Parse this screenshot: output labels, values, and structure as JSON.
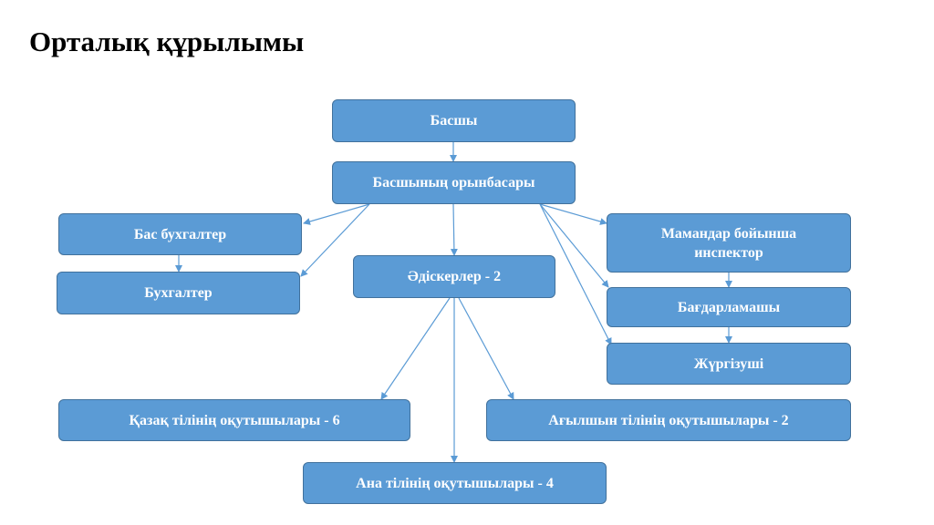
{
  "title": "Орталық құрылымы",
  "colors": {
    "box_fill": "#5b9bd5",
    "box_border": "#41719c",
    "connector": "#5b9bd5",
    "text": "#ffffff"
  },
  "nodes": {
    "head": "Басшы",
    "deputy": "Басшының орынбасары",
    "chief_accountant": "Бас бухгалтер",
    "accountant": "Бухгалтер",
    "methodists": "Әдіскерлер - 2",
    "specialist_inspector": "Мамандар бойынша инспектор",
    "programmer": "Бағдарламашы",
    "driver": "Жүргізуші",
    "kazakh_teachers": "Қазақ тілінің оқутышылары - 6",
    "english_teachers": "Ағылшын тілінің оқутышылары - 2",
    "native_teachers": "Ана тілінің оқутышылары - 4"
  }
}
